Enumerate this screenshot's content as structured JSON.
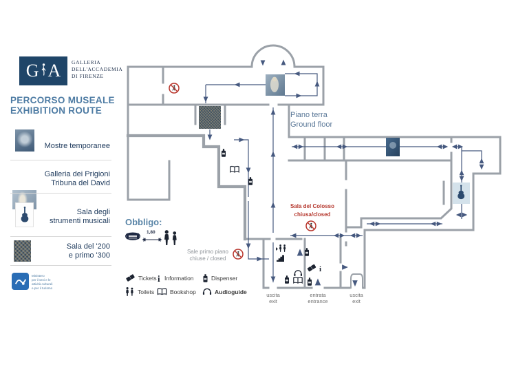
{
  "colors": {
    "wall": "#9ba1a8",
    "route": "#46597f",
    "accent_blue": "#4d7ba3",
    "navy_text": "#1e3a5c",
    "closed_red": "#b5382e",
    "logo_bg": "#1f4568"
  },
  "sidebar": {
    "logo": {
      "letter_g": "G",
      "letter_a": "A"
    },
    "org_lines": [
      "GALLERIA",
      "DELL'ACCADEMIA",
      "DI FIRENZE"
    ],
    "route_title_line1": "PERCORSO MUSEALE",
    "route_title_line2": "EXHIBITION ROUTE",
    "legend_items": [
      {
        "icon": "temporary-exhibitions-thumbnail",
        "line1": "Mostre temporanee",
        "line2": ""
      },
      {
        "icon": "prisoners-gallery-thumbnail",
        "line1": "Galleria dei Prigioni",
        "line2": "Tribuna del David"
      },
      {
        "icon": "musical-instruments-thumbnail",
        "line1": "Sala degli",
        "line2": "strumenti musicali"
      },
      {
        "icon": "sala-200-thumbnail",
        "line1": "Sala del '200",
        "line2": "e primo '300"
      }
    ],
    "ministry_lines": [
      "Ministero",
      "per i beni e le",
      "attività culturali",
      "e per il turismo"
    ]
  },
  "map": {
    "floor_label_line1": "Piano terra",
    "floor_label_line2": "Ground floor",
    "colosso_line1": "Sala del Colosso",
    "colosso_line2": "chiusa/closed",
    "primo_piano_line1": "Sale primo piano",
    "primo_piano_line2": "chiuse / closed",
    "exit1_line1": "uscita",
    "exit1_line2": "exit",
    "entrance_line1": "entrata",
    "entrance_line2": "entrance",
    "exit2_line1": "uscita",
    "exit2_line2": "exit",
    "obbligo": {
      "title": "Obbligo:",
      "distance": "1,80"
    },
    "legend": {
      "row1": [
        {
          "icon": "tickets-icon",
          "label": "Tickets"
        },
        {
          "icon": "information-icon",
          "label": "Information"
        },
        {
          "icon": "dispenser-icon",
          "label": "Dispenser"
        }
      ],
      "row2": [
        {
          "icon": "toilets-icon",
          "label": "Toilets"
        },
        {
          "icon": "bookshop-icon",
          "label": "Bookshop"
        },
        {
          "icon": "audioguide-icon",
          "label": "Audioguide"
        }
      ]
    }
  }
}
